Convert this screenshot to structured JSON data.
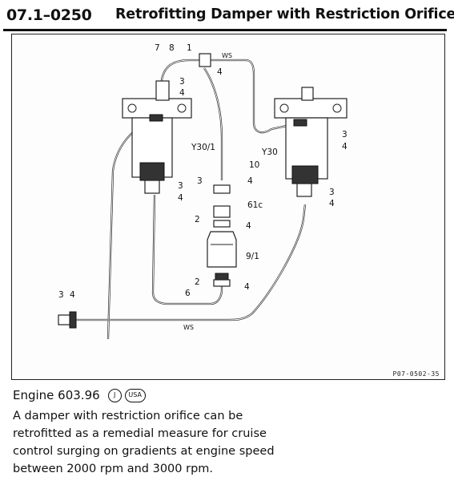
{
  "header": {
    "section_number": "07.1–0250",
    "title": "Retrofitting Damper with Restriction Orifice"
  },
  "figure": {
    "code": "P07-0502-35",
    "labels": {
      "l7": "7",
      "l8": "8",
      "l1": "1",
      "ws_top": "WS",
      "l4_top": "4",
      "l3_left_valve": "3",
      "l4_left_valve": "4",
      "y30_1": "Y30/1",
      "y30": "Y30",
      "l3_right_valve": "3",
      "l4_right_valve": "4",
      "l10": "10",
      "l3_damper_top": "3",
      "l4_damper_top": "4",
      "l3_left_lower": "3",
      "l4_left_lower": "4",
      "l3_right_lower": "3",
      "l4_right_lower": "4",
      "l61c": "61c",
      "l2_mid": "2",
      "l4_mid": "4",
      "l9_1": "9/1",
      "l2_low": "2",
      "l4_low": "4",
      "l6": "6",
      "l3_left": "3",
      "l4_left": "4",
      "ws_bottom": "WS"
    }
  },
  "engine": {
    "label": "Engine 603.96",
    "badge_j": "J",
    "badge_usa": "USA"
  },
  "body_text": "A damper with restriction orifice can be\nretrofitted as a remedial measure for cruise\ncontrol surging on gradients at engine speed\nbetween 2000 rpm and 3000 rpm."
}
